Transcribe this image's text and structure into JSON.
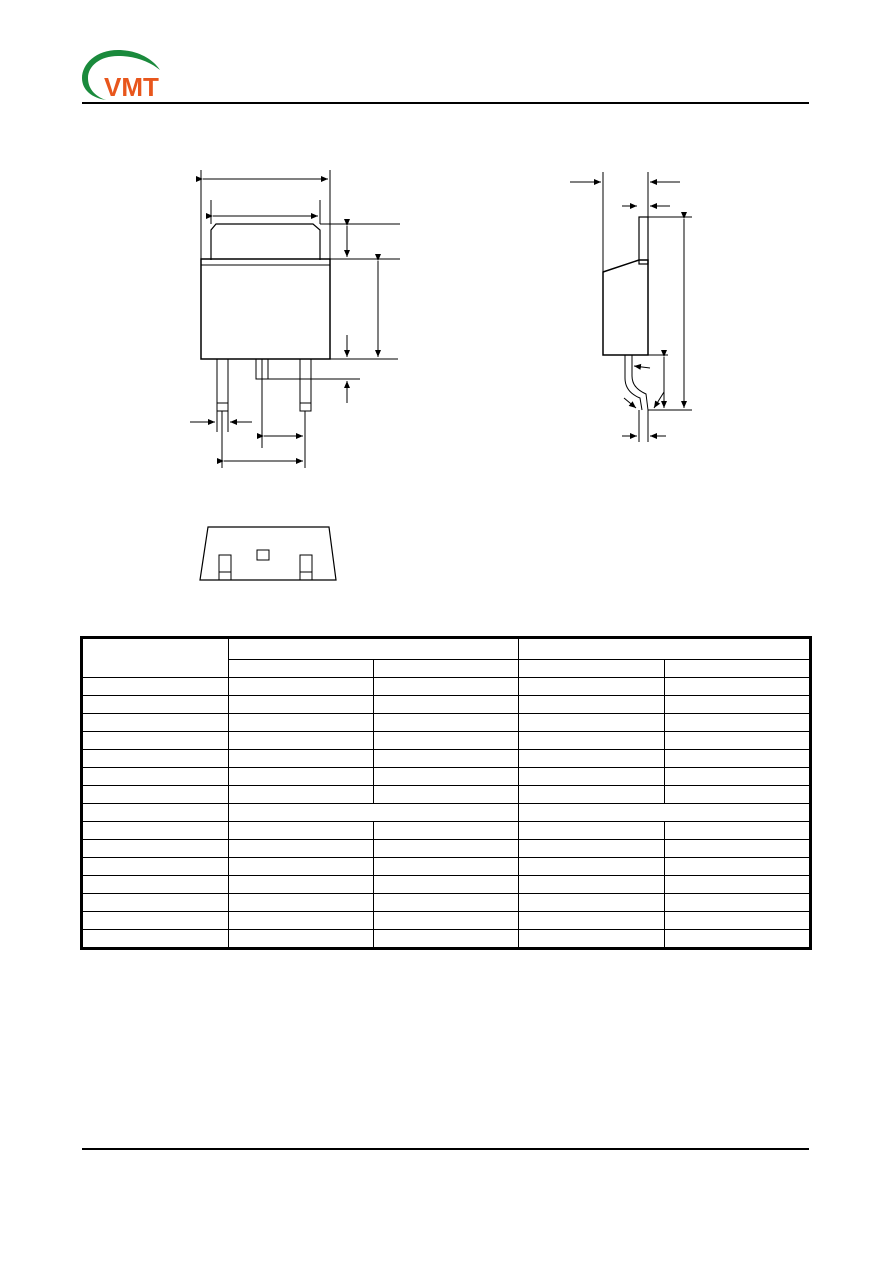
{
  "header": {
    "logo_letters": "VMT",
    "logo_colors": {
      "swoosh": "#1a8a3c",
      "letters": "#e8561c"
    }
  },
  "drawing": {
    "views": [
      "front-view",
      "side-view",
      "bottom-view"
    ],
    "line_color": "#000000"
  },
  "table": {
    "rows": 16,
    "cols": 5
  }
}
